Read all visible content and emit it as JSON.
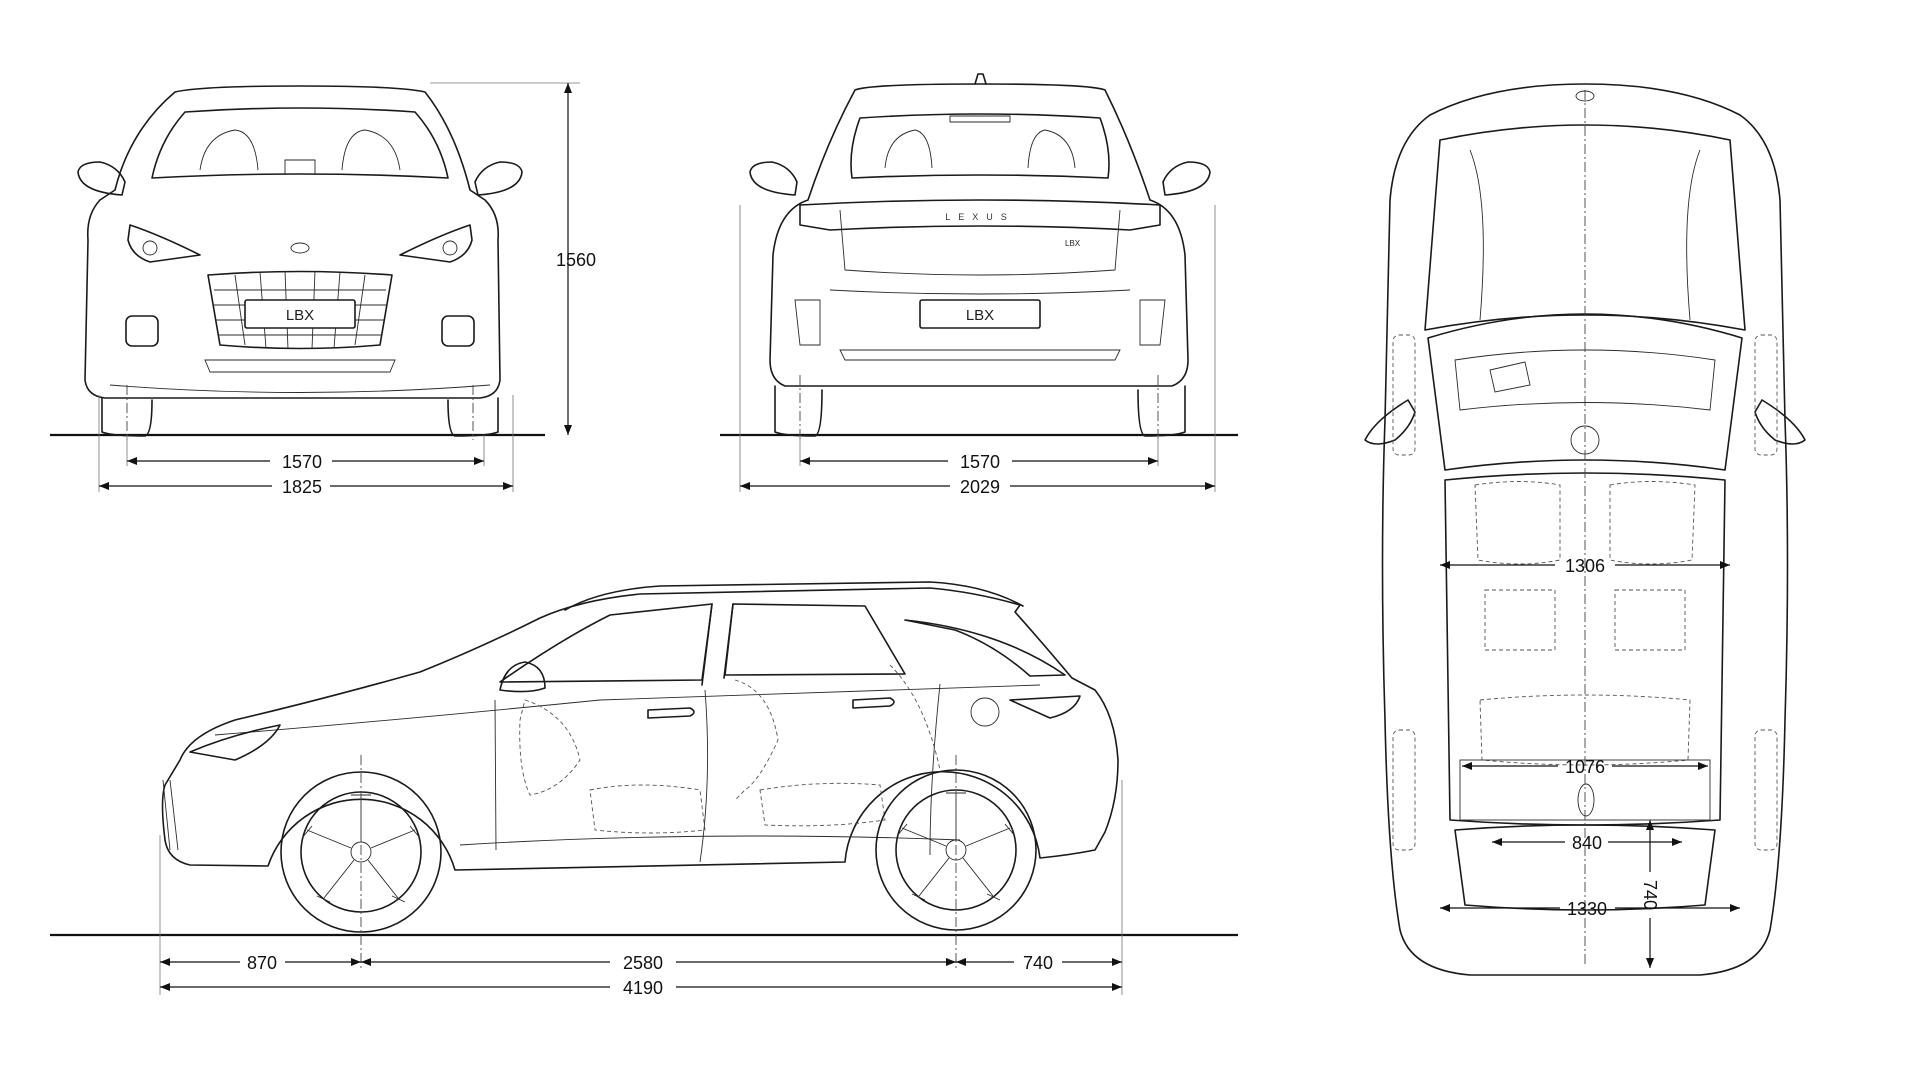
{
  "front_view": {
    "plate_text": "LBX",
    "dims": {
      "height": "1560",
      "track": "1570",
      "width": "1825"
    }
  },
  "rear_view": {
    "plate_text": "LBX",
    "brand_text": "LEXUS",
    "badge_text": "LBX",
    "dims": {
      "track": "1570",
      "width_mirrors": "2029"
    }
  },
  "side_view": {
    "dims": {
      "front_overhang": "870",
      "wheelbase": "2580",
      "rear_overhang": "740",
      "length": "4190"
    }
  },
  "top_view": {
    "dims": {
      "front_shoulder": "1306",
      "rear_shoulder": "1076",
      "luggage_width": "840",
      "rear_width": "1330",
      "luggage_depth": "740"
    }
  }
}
